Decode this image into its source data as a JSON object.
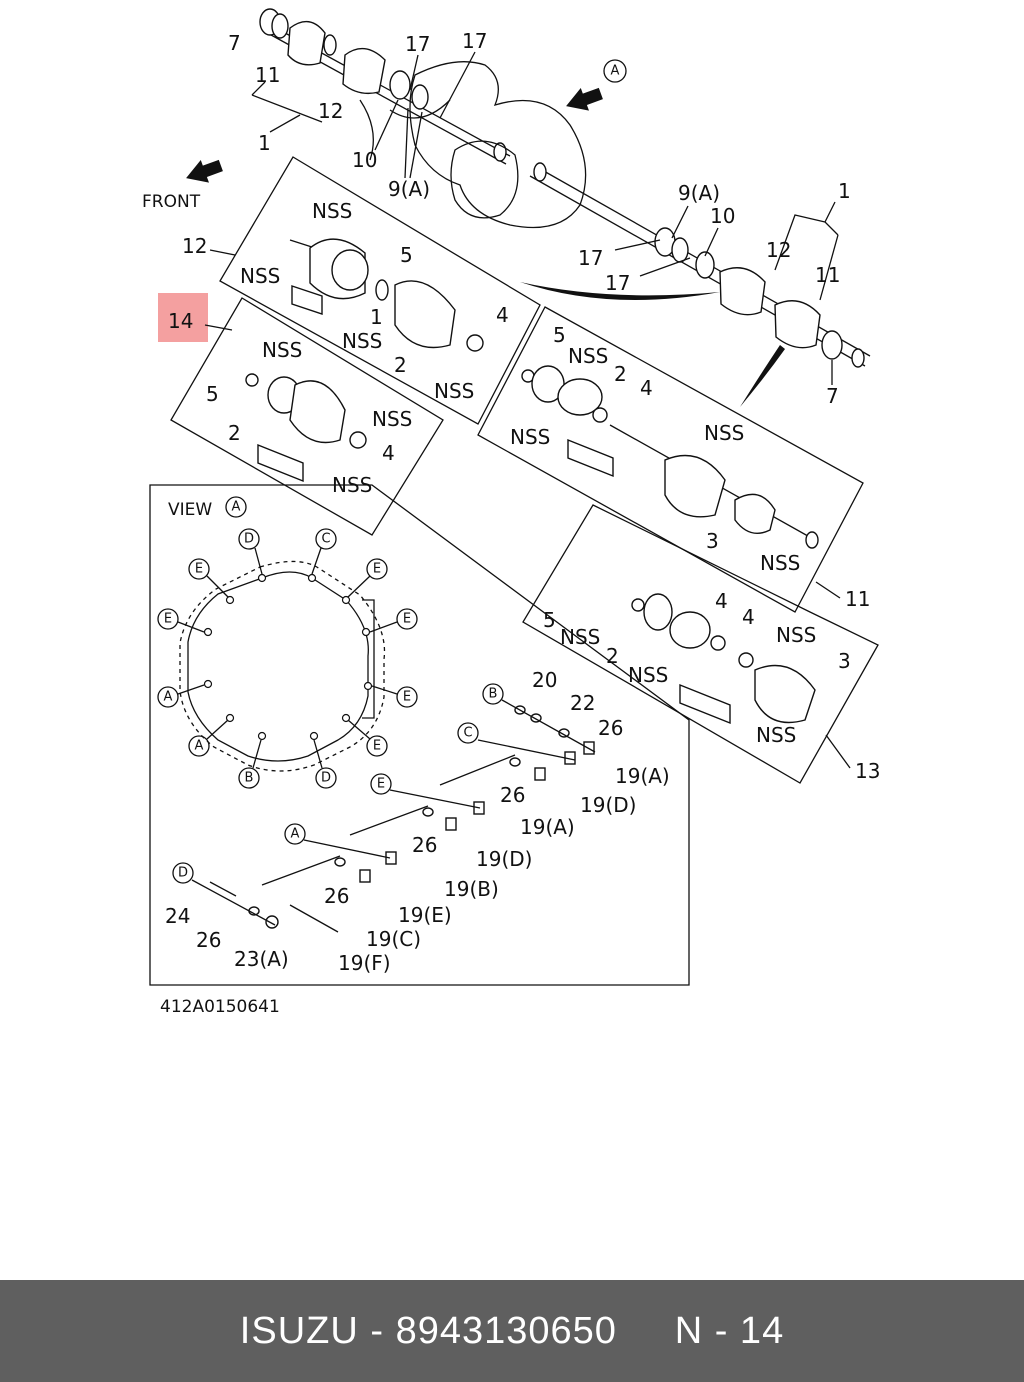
{
  "labels": {
    "front": "FRONT",
    "view_a": "VIEW",
    "doc_number": "412A0150641",
    "nss": "NSS",
    "highlight": "14",
    "n1": "1",
    "n2": "2",
    "n3": "3",
    "n4": "4",
    "n5": "5",
    "n7": "7",
    "n9a": "9(A)",
    "n10": "10",
    "n11": "11",
    "n12": "12",
    "n13": "13",
    "n17": "17",
    "n19a": "19(A)",
    "n19b": "19(B)",
    "n19c": "19(C)",
    "n19d": "19(D)",
    "n19e": "19(E)",
    "n19f": "19(F)",
    "n20": "20",
    "n22": "22",
    "n23a": "23(A)",
    "n24": "24",
    "n26": "26"
  },
  "circles": {
    "a": "A",
    "b": "B",
    "c": "C",
    "d": "D",
    "e": "E"
  },
  "footer": {
    "brand": "ISUZU",
    "part_number": "8943130650",
    "position": "N - 14"
  },
  "colors": {
    "highlight": "#f4a0a0",
    "footer_bg": "#5f5f5f"
  }
}
